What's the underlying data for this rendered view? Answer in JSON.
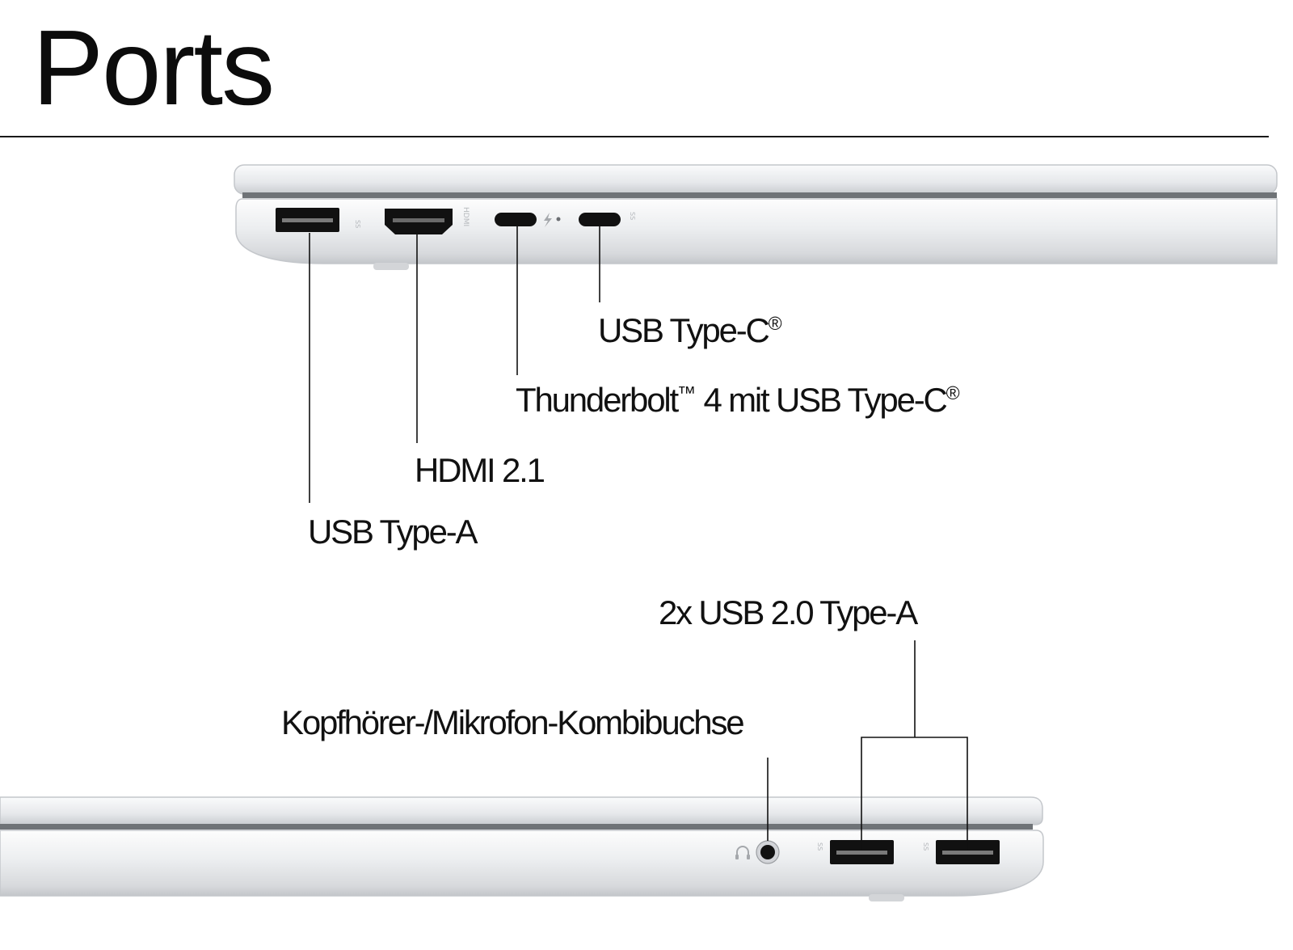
{
  "title": "Ports",
  "colors": {
    "background": "#ffffff",
    "text": "#111111",
    "chassis_light": "#f1f2f4",
    "chassis_mid": "#d9dbdf",
    "chassis_dark": "#b9bcc1",
    "port_black": "#111111"
  },
  "left_side": {
    "labels": {
      "usb_c": {
        "text": "USB Type-C",
        "mark": "®"
      },
      "thunderbolt": {
        "text_a": "Thunderbolt",
        "tm": "™",
        "text_b": " 4 mit USB Type-C",
        "mark": "®"
      },
      "hdmi": {
        "text": "HDMI 2.1"
      },
      "usb_a": {
        "text": "USB Type-A"
      }
    },
    "port_icons": [
      "usb-a-port",
      "hdmi-port",
      "thunderbolt-usb-c-port",
      "usb-c-port"
    ],
    "engraved_marks": {
      "hdmi": "HDMI",
      "usb_a_ss": "SS",
      "usb_c_ss": "SS"
    }
  },
  "right_side": {
    "labels": {
      "usb2": {
        "text": "2x USB 2.0 Type-A"
      },
      "audio": {
        "text": "Kopfhörer-/Mikrofon-Kombibuchse"
      }
    },
    "port_icons": [
      "headphone-icon",
      "audio-jack-port",
      "usb-a-port-1",
      "usb-a-port-2"
    ],
    "engraved_marks": {
      "usb_ss_1": "SS",
      "usb_ss_2": "SS"
    }
  }
}
